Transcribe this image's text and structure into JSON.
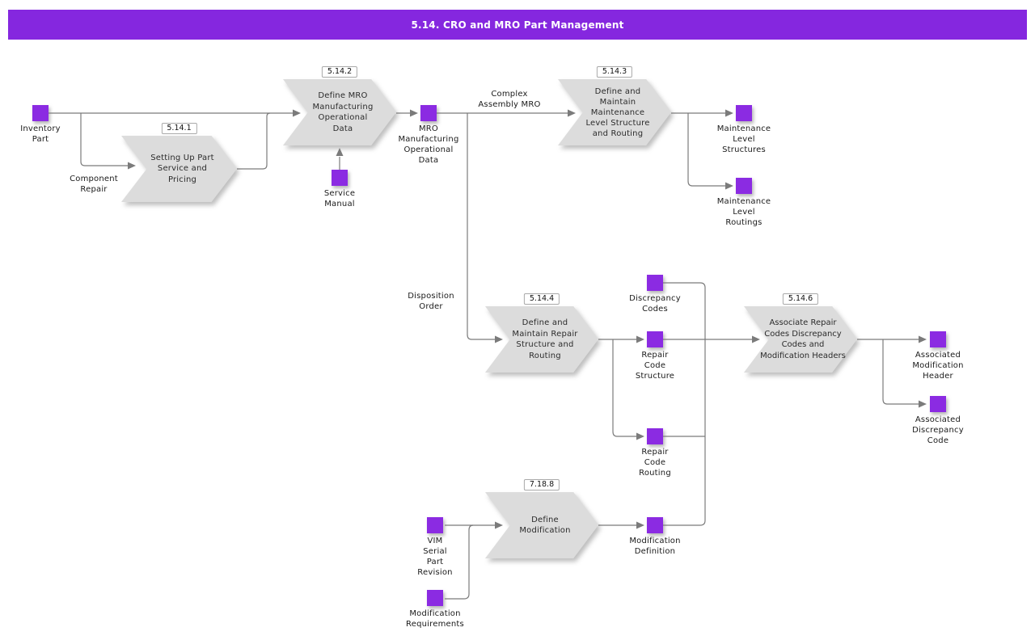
{
  "header": {
    "title": "5.14. CRO and MRO Part Management"
  },
  "colors": {
    "header_bg": "#8527df",
    "node_purple": "#8b2be2",
    "process_gray": "#dcdcdc",
    "line_gray": "#7b7b7b"
  },
  "processes": {
    "setting_up_part": {
      "badge": "5.14.1",
      "label": "Setting Up Part\nService and\nPricing"
    },
    "define_mro": {
      "badge": "5.14.2",
      "label": "Define MRO\nManufacturing\nOperational\nData"
    },
    "define_maintain_maintenance": {
      "badge": "5.14.3",
      "label": "Define and\nMaintain\nMaintenance\nLevel Structure\nand Routing"
    },
    "define_maintain_repair": {
      "badge": "5.14.4",
      "label": "Define and\nMaintain Repair\nStructure and\nRouting"
    },
    "associate_repair_codes": {
      "badge": "5.14.6",
      "label": "Associate Repair\nCodes Discrepancy\nCodes and\nModification Headers"
    },
    "define_modification": {
      "badge": "7.18.8",
      "label": "Define\nModification"
    }
  },
  "nodes": {
    "inventory_part": "Inventory\nPart",
    "service_manual": "Service\nManual",
    "mro_manufacturing_operational_data": "MRO\nManufacturing\nOperational\nData",
    "maintenance_level_structures": "Maintenance\nLevel\nStructures",
    "maintenance_level_routings": "Maintenance\nLevel\nRoutings",
    "discrepancy_codes": "Discrepancy\nCodes",
    "repair_code_structure": "Repair\nCode\nStructure",
    "repair_code_routing": "Repair\nCode\nRouting",
    "modification_definition": "Modification\nDefinition",
    "vim_serial_part_revision": "VIM\nSerial\nPart\nRevision",
    "modification_requirements": "Modification\nRequirements",
    "associated_modification_header": "Associated\nModification\nHeader",
    "associated_discrepancy_code": "Associated\nDiscrepancy\nCode"
  },
  "edge_labels": {
    "component_repair": "Component\nRepair",
    "complex_assembly_mro": "Complex\nAssembly MRO",
    "disposition_order": "Disposition\nOrder"
  }
}
